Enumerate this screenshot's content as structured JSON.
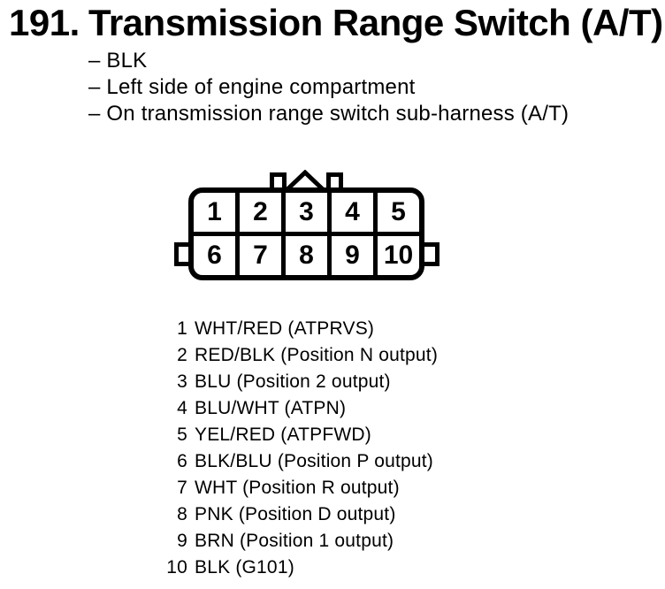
{
  "heading": {
    "number": "191.",
    "title": "Transmission Range Switch (A/T)"
  },
  "notes": [
    "– BLK",
    "– Left side of engine compartment",
    "– On transmission range switch sub-harness (A/T)"
  ],
  "connector": {
    "cells": [
      "1",
      "2",
      "3",
      "4",
      "5",
      "6",
      "7",
      "8",
      "9",
      "10"
    ]
  },
  "pins": [
    {
      "num": "1",
      "desc": "WHT/RED (ATPRVS)"
    },
    {
      "num": "2",
      "desc": "RED/BLK (Position N output)"
    },
    {
      "num": "3",
      "desc": "BLU (Position 2 output)"
    },
    {
      "num": "4",
      "desc": "BLU/WHT (ATPN)"
    },
    {
      "num": "5",
      "desc": "YEL/RED (ATPFWD)"
    },
    {
      "num": "6",
      "desc": "BLK/BLU (Position P output)"
    },
    {
      "num": "7",
      "desc": "WHT (Position R output)"
    },
    {
      "num": "8",
      "desc": "PNK (Position D output)"
    },
    {
      "num": "9",
      "desc": "BRN (Position 1 output)"
    },
    {
      "num": "10",
      "desc": "BLK (G101)"
    }
  ],
  "colors": {
    "ink": "#000000",
    "paper": "#ffffff"
  }
}
